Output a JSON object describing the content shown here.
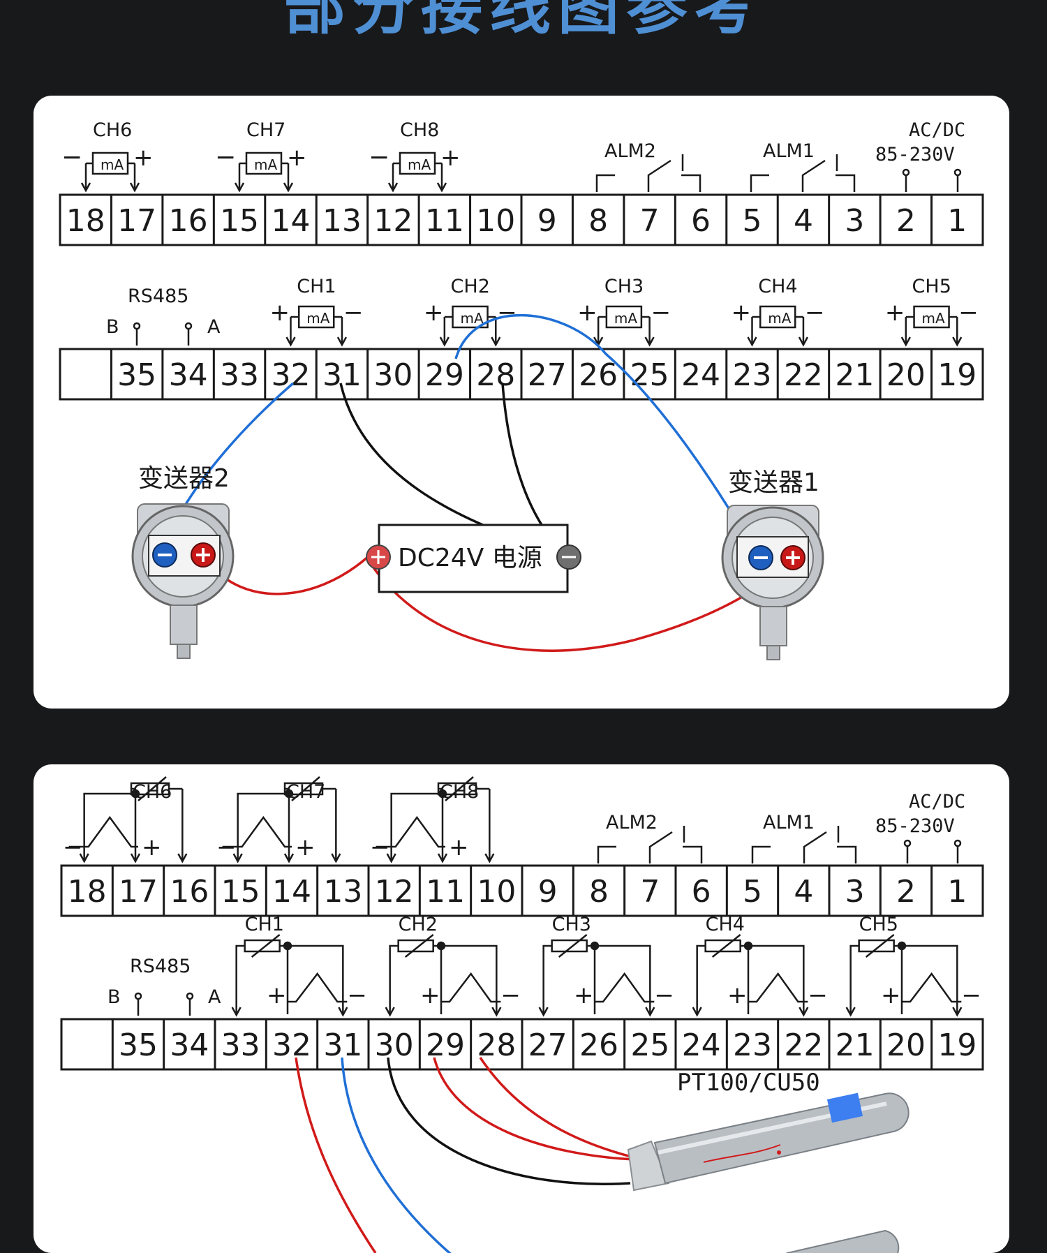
{
  "title": "部分接线图参考",
  "top_row_terminals": [
    "18",
    "17",
    "16",
    "15",
    "14",
    "13",
    "12",
    "11",
    "10",
    "9",
    "8",
    "7",
    "6",
    "5",
    "4",
    "3",
    "2",
    "1"
  ],
  "bottom_row_terminals": [
    "",
    "35",
    "34",
    "33",
    "32",
    "31",
    "30",
    "29",
    "28",
    "27",
    "26",
    "25",
    "24",
    "23",
    "22",
    "21",
    "20",
    "19"
  ],
  "labels": {
    "ch1": "CH1",
    "ch2": "CH2",
    "ch3": "CH3",
    "ch4": "CH4",
    "ch5": "CH5",
    "ch6": "CH6",
    "ch7": "CH7",
    "ch8": "CH8",
    "alm1": "ALM1",
    "alm2": "ALM2",
    "power_type": "AC/DC",
    "power_range": "85-230V",
    "rs485": "RS485",
    "b": "B",
    "a": "A",
    "ma": "mA",
    "plus": "+",
    "minus": "−"
  },
  "panel1": {
    "transmitter1": "变送器1",
    "transmitter2": "变送器2",
    "power_supply": "DC24V 电源"
  },
  "panel2": {
    "sensor": "PT100/CU50"
  },
  "colors": {
    "title": "#4f8fd4",
    "blue_wire": "#1f6fd6",
    "red_wire": "#d11a1a",
    "black_wire": "#111111"
  }
}
